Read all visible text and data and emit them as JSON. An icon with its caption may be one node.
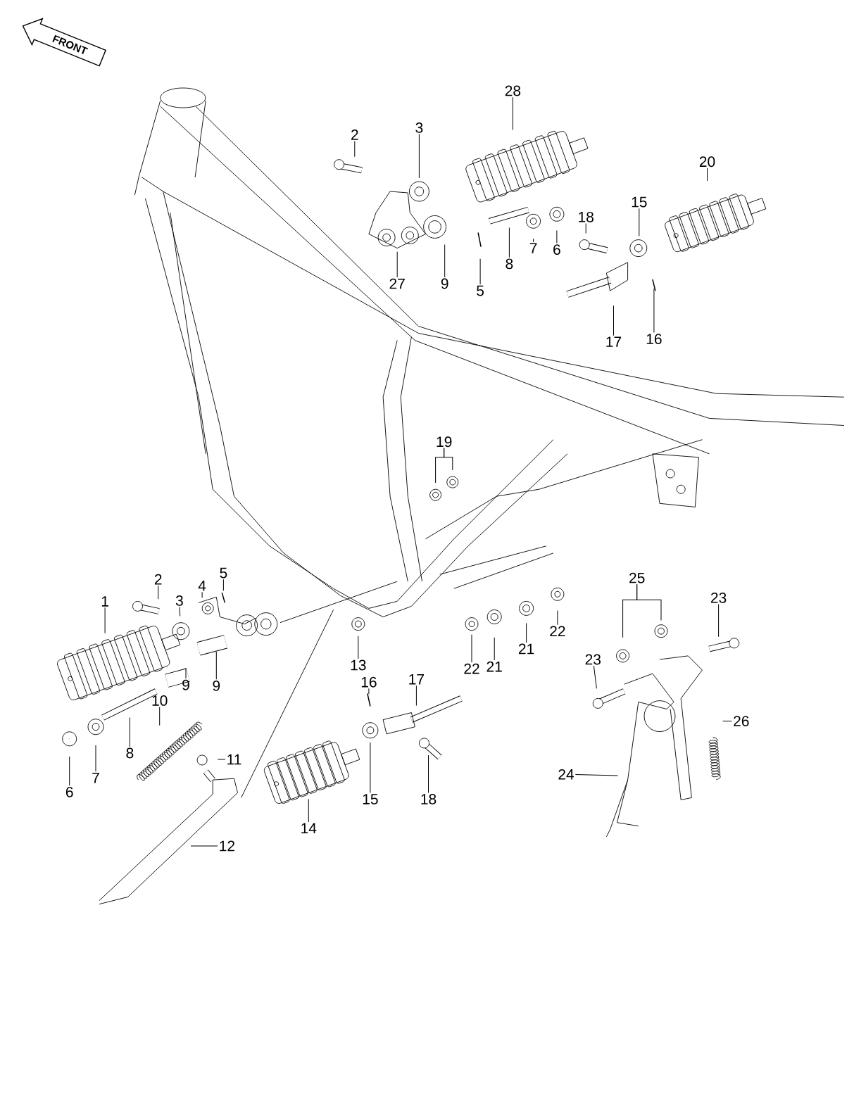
{
  "diagram": {
    "nodes": [
      {
        "text": [
          "28"
        ]
      },
      {
        "text": [
          "2"
        ]
      },
      {
        "text": [
          "3"
        ]
      },
      {
        "text": [
          "20"
        ]
      },
      {
        "text": [
          "15"
        ]
      },
      {
        "text": [
          "18"
        ]
      },
      {
        "text": [
          "6"
        ]
      },
      {
        "text": [
          "7"
        ]
      },
      {
        "text": [
          "8"
        ]
      },
      {
        "text": [
          "27"
        ]
      },
      {
        "text": [
          "9"
        ]
      },
      {
        "text": [
          "5"
        ]
      },
      {
        "text": [
          "17"
        ]
      },
      {
        "text": [
          "16"
        ]
      },
      {
        "text": [
          "19"
        ]
      },
      {
        "text": [
          "2"
        ]
      },
      {
        "text": [
          "5"
        ]
      },
      {
        "text": [
          "4"
        ]
      },
      {
        "text": [
          "3"
        ]
      },
      {
        "text": [
          "1"
        ]
      },
      {
        "text": [
          "25"
        ]
      },
      {
        "text": [
          "23"
        ]
      },
      {
        "text": [
          "13"
        ]
      },
      {
        "text": [
          "22"
        ]
      },
      {
        "text": [
          "21"
        ]
      },
      {
        "text": [
          "21"
        ]
      },
      {
        "text": [
          "22"
        ]
      },
      {
        "text": [
          "23"
        ]
      },
      {
        "text": [
          "9"
        ]
      },
      {
        "text": [
          "9"
        ]
      },
      {
        "text": [
          "16"
        ]
      },
      {
        "text": [
          "17"
        ]
      },
      {
        "text": [
          "10"
        ]
      },
      {
        "text": [
          "26"
        ]
      },
      {
        "text": [
          "8"
        ]
      },
      {
        "text": [
          "11"
        ]
      },
      {
        "text": [
          "24"
        ]
      },
      {
        "text": [
          "7"
        ]
      },
      {
        "text": [
          "6"
        ]
      },
      {
        "text": [
          "15"
        ]
      },
      {
        "text": [
          "18"
        ]
      },
      {
        "text": [
          "14"
        ]
      },
      {
        "text": [
          "12"
        ]
      }
    ],
    "edges": [
      {
        "from": 0,
        "to": null,
        "arrow": "none"
      },
      {
        "from": 1,
        "to": null,
        "arrow": "none"
      },
      {
        "from": 2,
        "to": null,
        "arrow": "none"
      },
      {
        "from": 3,
        "to": null,
        "arrow": "none"
      },
      {
        "from": 4,
        "to": null,
        "arrow": "none"
      },
      {
        "from": 5,
        "to": null,
        "arrow": "none"
      },
      {
        "from": 6,
        "to": null,
        "arrow": "none"
      },
      {
        "from": 7,
        "to": null,
        "arrow": "none"
      },
      {
        "from": 8,
        "to": null,
        "arrow": "none"
      },
      {
        "from": 9,
        "to": null,
        "arrow": "none"
      },
      {
        "from": 10,
        "to": null,
        "arrow": "none"
      },
      {
        "from": 11,
        "to": null,
        "arrow": "none"
      },
      {
        "from": 12,
        "to": null,
        "arrow": "none"
      },
      {
        "from": 13,
        "to": null,
        "arrow": "none"
      },
      {
        "from": 14,
        "to": null,
        "arrow": "none"
      },
      {
        "from": 14,
        "to": null,
        "arrow": "none"
      },
      {
        "from": 15,
        "to": null,
        "arrow": "none"
      },
      {
        "from": 16,
        "to": null,
        "arrow": "none"
      },
      {
        "from": 17,
        "to": null,
        "arrow": "none"
      },
      {
        "from": 18,
        "to": null,
        "arrow": "none"
      },
      {
        "from": 19,
        "to": null,
        "arrow": "none"
      },
      {
        "from": 20,
        "to": null,
        "arrow": "none"
      },
      {
        "from": 20,
        "to": null,
        "arrow": "none"
      },
      {
        "from": 21,
        "to": null,
        "arrow": "none"
      },
      {
        "from": 22,
        "to": null,
        "arrow": "none"
      },
      {
        "from": 23,
        "to": null,
        "arrow": "none"
      },
      {
        "from": 24,
        "to": null,
        "arrow": "none"
      },
      {
        "from": 25,
        "to": null,
        "arrow": "none"
      },
      {
        "from": 26,
        "to": null,
        "arrow": "none"
      },
      {
        "from": 27,
        "to": null,
        "arrow": "none"
      },
      {
        "from": 28,
        "to": null,
        "arrow": "none"
      },
      {
        "from": 29,
        "to": null,
        "arrow": "none"
      },
      {
        "from": 30,
        "to": null,
        "arrow": "none"
      },
      {
        "from": 31,
        "to": null,
        "arrow": "none"
      },
      {
        "from": 32,
        "to": null,
        "arrow": "none"
      },
      {
        "from": 33,
        "to": null,
        "arrow": "none"
      },
      {
        "from": 34,
        "to": null,
        "arrow": "none"
      },
      {
        "from": 35,
        "to": null,
        "arrow": "none"
      },
      {
        "from": 36,
        "to": null,
        "arrow": "none"
      },
      {
        "from": 37,
        "to": null,
        "arrow": "none"
      },
      {
        "from": 38,
        "to": null,
        "arrow": "none"
      },
      {
        "from": 39,
        "to": null,
        "arrow": "none"
      },
      {
        "from": 40,
        "to": null,
        "arrow": "none"
      },
      {
        "from": 41,
        "to": null,
        "arrow": "none"
      },
      {
        "from": 42,
        "to": null,
        "arrow": "none"
      }
    ],
    "labels": [
      "FRONT"
    ]
  }
}
